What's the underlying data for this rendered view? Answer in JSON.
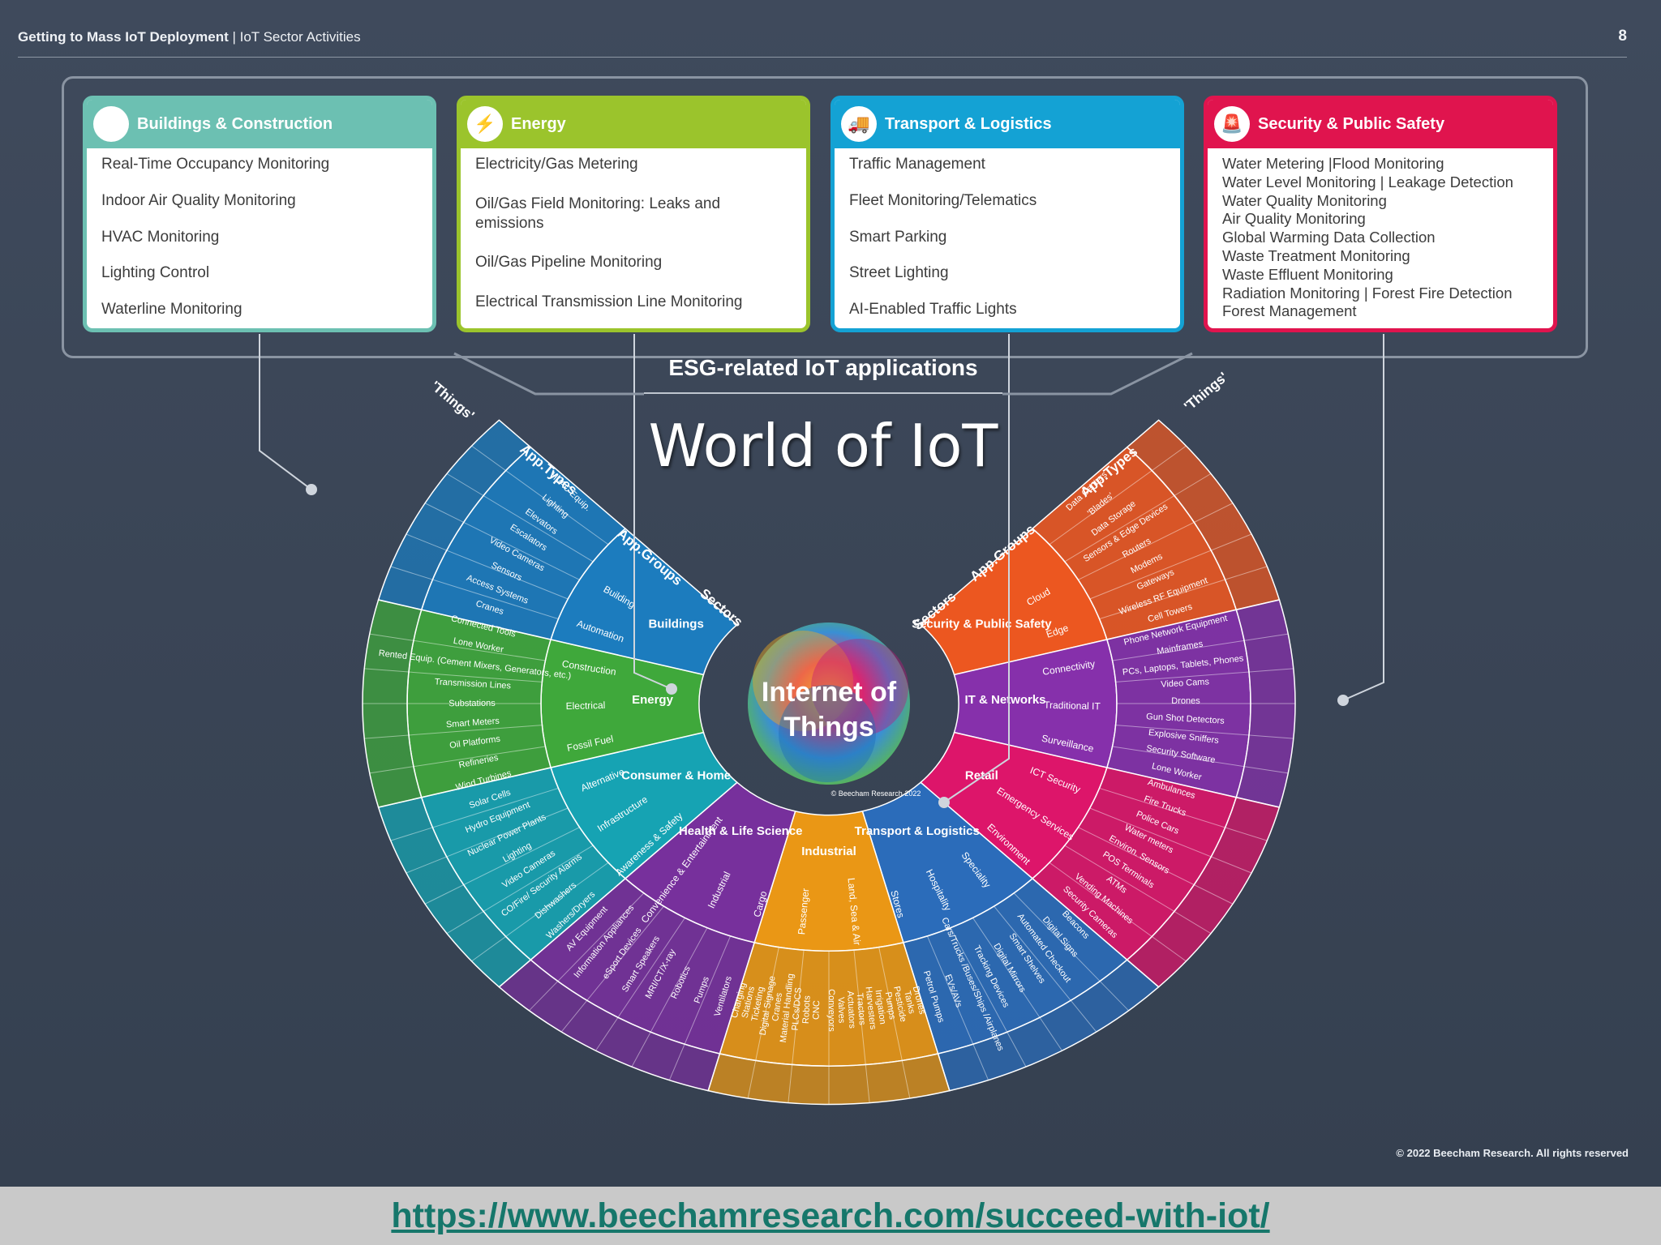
{
  "header": {
    "title_bold": "Getting to Mass IoT Deployment",
    "title_rest": " | IoT Sector Activities",
    "page_number": "8"
  },
  "cards": [
    {
      "title": "Buildings & Construction",
      "icon": "building-crane-icon",
      "color": "#6cc0b2",
      "items": [
        "Real-Time Occupancy Monitoring",
        "Indoor Air Quality Monitoring",
        "HVAC Monitoring",
        "Lighting Control",
        "Waterline Monitoring"
      ]
    },
    {
      "title": "Energy",
      "icon": "wind-turbine-icon",
      "color": "#9bc42c",
      "items": [
        "Electricity/Gas Metering",
        "Oil/Gas Field Monitoring: Leaks and emissions",
        "Oil/Gas Pipeline Monitoring",
        "Electrical Transmission Line Monitoring"
      ]
    },
    {
      "title": "Transport & Logistics",
      "icon": "truck-icon",
      "color": "#14a2d4",
      "items": [
        "Traffic Management",
        "Fleet Monitoring/Telematics",
        "Smart Parking",
        "Street Lighting",
        "AI-Enabled Traffic Lights"
      ]
    },
    {
      "title": "Security & Public Safety",
      "icon": "alarm-icon",
      "color": "#e0144e",
      "items": [
        "Water Metering |Flood Monitoring",
        "Water Level Monitoring | Leakage Detection",
        "Water Quality Monitoring",
        "Air Quality Monitoring",
        "Global Warming Data Collection",
        "Waste Treatment Monitoring",
        "Waste Effluent Monitoring",
        "Radiation Monitoring | Forest Fire Detection",
        "Forest Management"
      ]
    }
  ],
  "esg_label": "ESG-related IoT applications",
  "wheel_title": "World of IoT",
  "center_label_1": "Internet of",
  "center_label_2": "Things",
  "center_credit": "© Beecham Research 2022",
  "wheel_axis_labels": {
    "things": "'Things'",
    "app_types": "App.Types",
    "app_groups": "App.Groups",
    "sectors": "Sectors"
  },
  "sectors": [
    {
      "name": "Buildings",
      "color": "#1a7fc4"
    },
    {
      "name": "Energy",
      "color": "#3fae3a"
    },
    {
      "name": "Consumer & Home",
      "color": "#14a9b8"
    },
    {
      "name": "Health & Life Science",
      "color": "#7a2fa0"
    },
    {
      "name": "Industrial",
      "color": "#f39c12"
    },
    {
      "name": "Transport & Logistics",
      "color": "#2a6fc0"
    },
    {
      "name": "Retail",
      "color": "#e6136b"
    },
    {
      "name": "Security & Public Safety",
      "color": "#f5581e"
    },
    {
      "name": "IT & Networks",
      "color": "#8a2fb0"
    }
  ],
  "wheel_labels": {
    "left_things": [
      "HVAC Equip.",
      "Lighting",
      "Elevators",
      "Escalators",
      "Video Cameras",
      "Sensors",
      "Access Systems",
      "Cranes",
      "Connected Tools",
      "Lone Worker",
      "Rented Equip. (Cement Mixers, Generators, etc.)",
      "Transmission Lines",
      "Substations",
      "Smart Meters",
      "Oil Platforms",
      "Refineries",
      "Wind Turbines",
      "Solar Cells",
      "Hydro Equipment",
      "Nuclear Power Plants",
      "Lighting",
      "Video Cameras",
      "CO/Fire/ Security Alarms",
      "Dishwashers",
      "Washers/Dryers",
      "AV Equipment",
      "Information Appliances",
      "eSport Devices",
      "Smart Speakers",
      "MRI/CT/X-ray",
      "Robotics",
      "Pumps",
      "Ventilators"
    ],
    "right_things": [
      "Data Centers",
      "'Blades'",
      "Data Storage",
      "Sensors & Edge Devices",
      "Routers",
      "Modems",
      "Gateways",
      "Wireless RF Equipment",
      "Cell Towers",
      "Phone Network Equipment",
      "Mainframes",
      "PCs, Laptops, Tablets, Phones",
      "Video Cams",
      "Drones",
      "Gun Shot Detectors",
      "Explosive Sniffers",
      "Security Software",
      "Lone Worker",
      "Ambulances",
      "Fire Trucks",
      "Police Cars",
      "Water meters",
      "Environ. Sensors",
      "POS Terminals",
      "ATMs",
      "Vending Machines",
      "Security Cameras",
      "Beacons",
      "Digital Signs",
      "Automated Checkout",
      "Smart Shelves",
      "Digital Mirrors",
      "Tracking Devices",
      "Cars/Trucks /Buses/Ships /Airplanes",
      "EVs/AVs",
      "Petrol Pumps"
    ],
    "app_groups": [
      "Building",
      "Automation",
      "Construction",
      "Electrical",
      "Fossil Fuel",
      "Alternative",
      "Infrastructure",
      "Awareness & Safety",
      "Convenience & Entertainment",
      "Industrial",
      "Cargo",
      "Passenger",
      "Land, Sea & Air",
      "Stores",
      "Hospitality",
      "Speciality",
      "Environment",
      "Emergency Services",
      "ICT Security",
      "Surveillance",
      "Traditional IT",
      "Connectivity",
      "Edge",
      "Cloud"
    ],
    "bottom_things": [
      "Drones",
      "Tanks",
      "Pesticide",
      "Pumps",
      "Irrigation",
      "Harvesters",
      "Tractors",
      "Actuators",
      "Valves",
      "Conveyors",
      "CNC",
      "Robots",
      "PLCs/DCS",
      "Material Handling",
      "Cranes",
      "Digital Signage",
      "Ticketing",
      "Stations",
      "Charging"
    ]
  },
  "copyright": "© 2022 Beecham Research. All rights reserved",
  "footer_link": "https://www.beechamresearch.com/succeed-with-iot/"
}
